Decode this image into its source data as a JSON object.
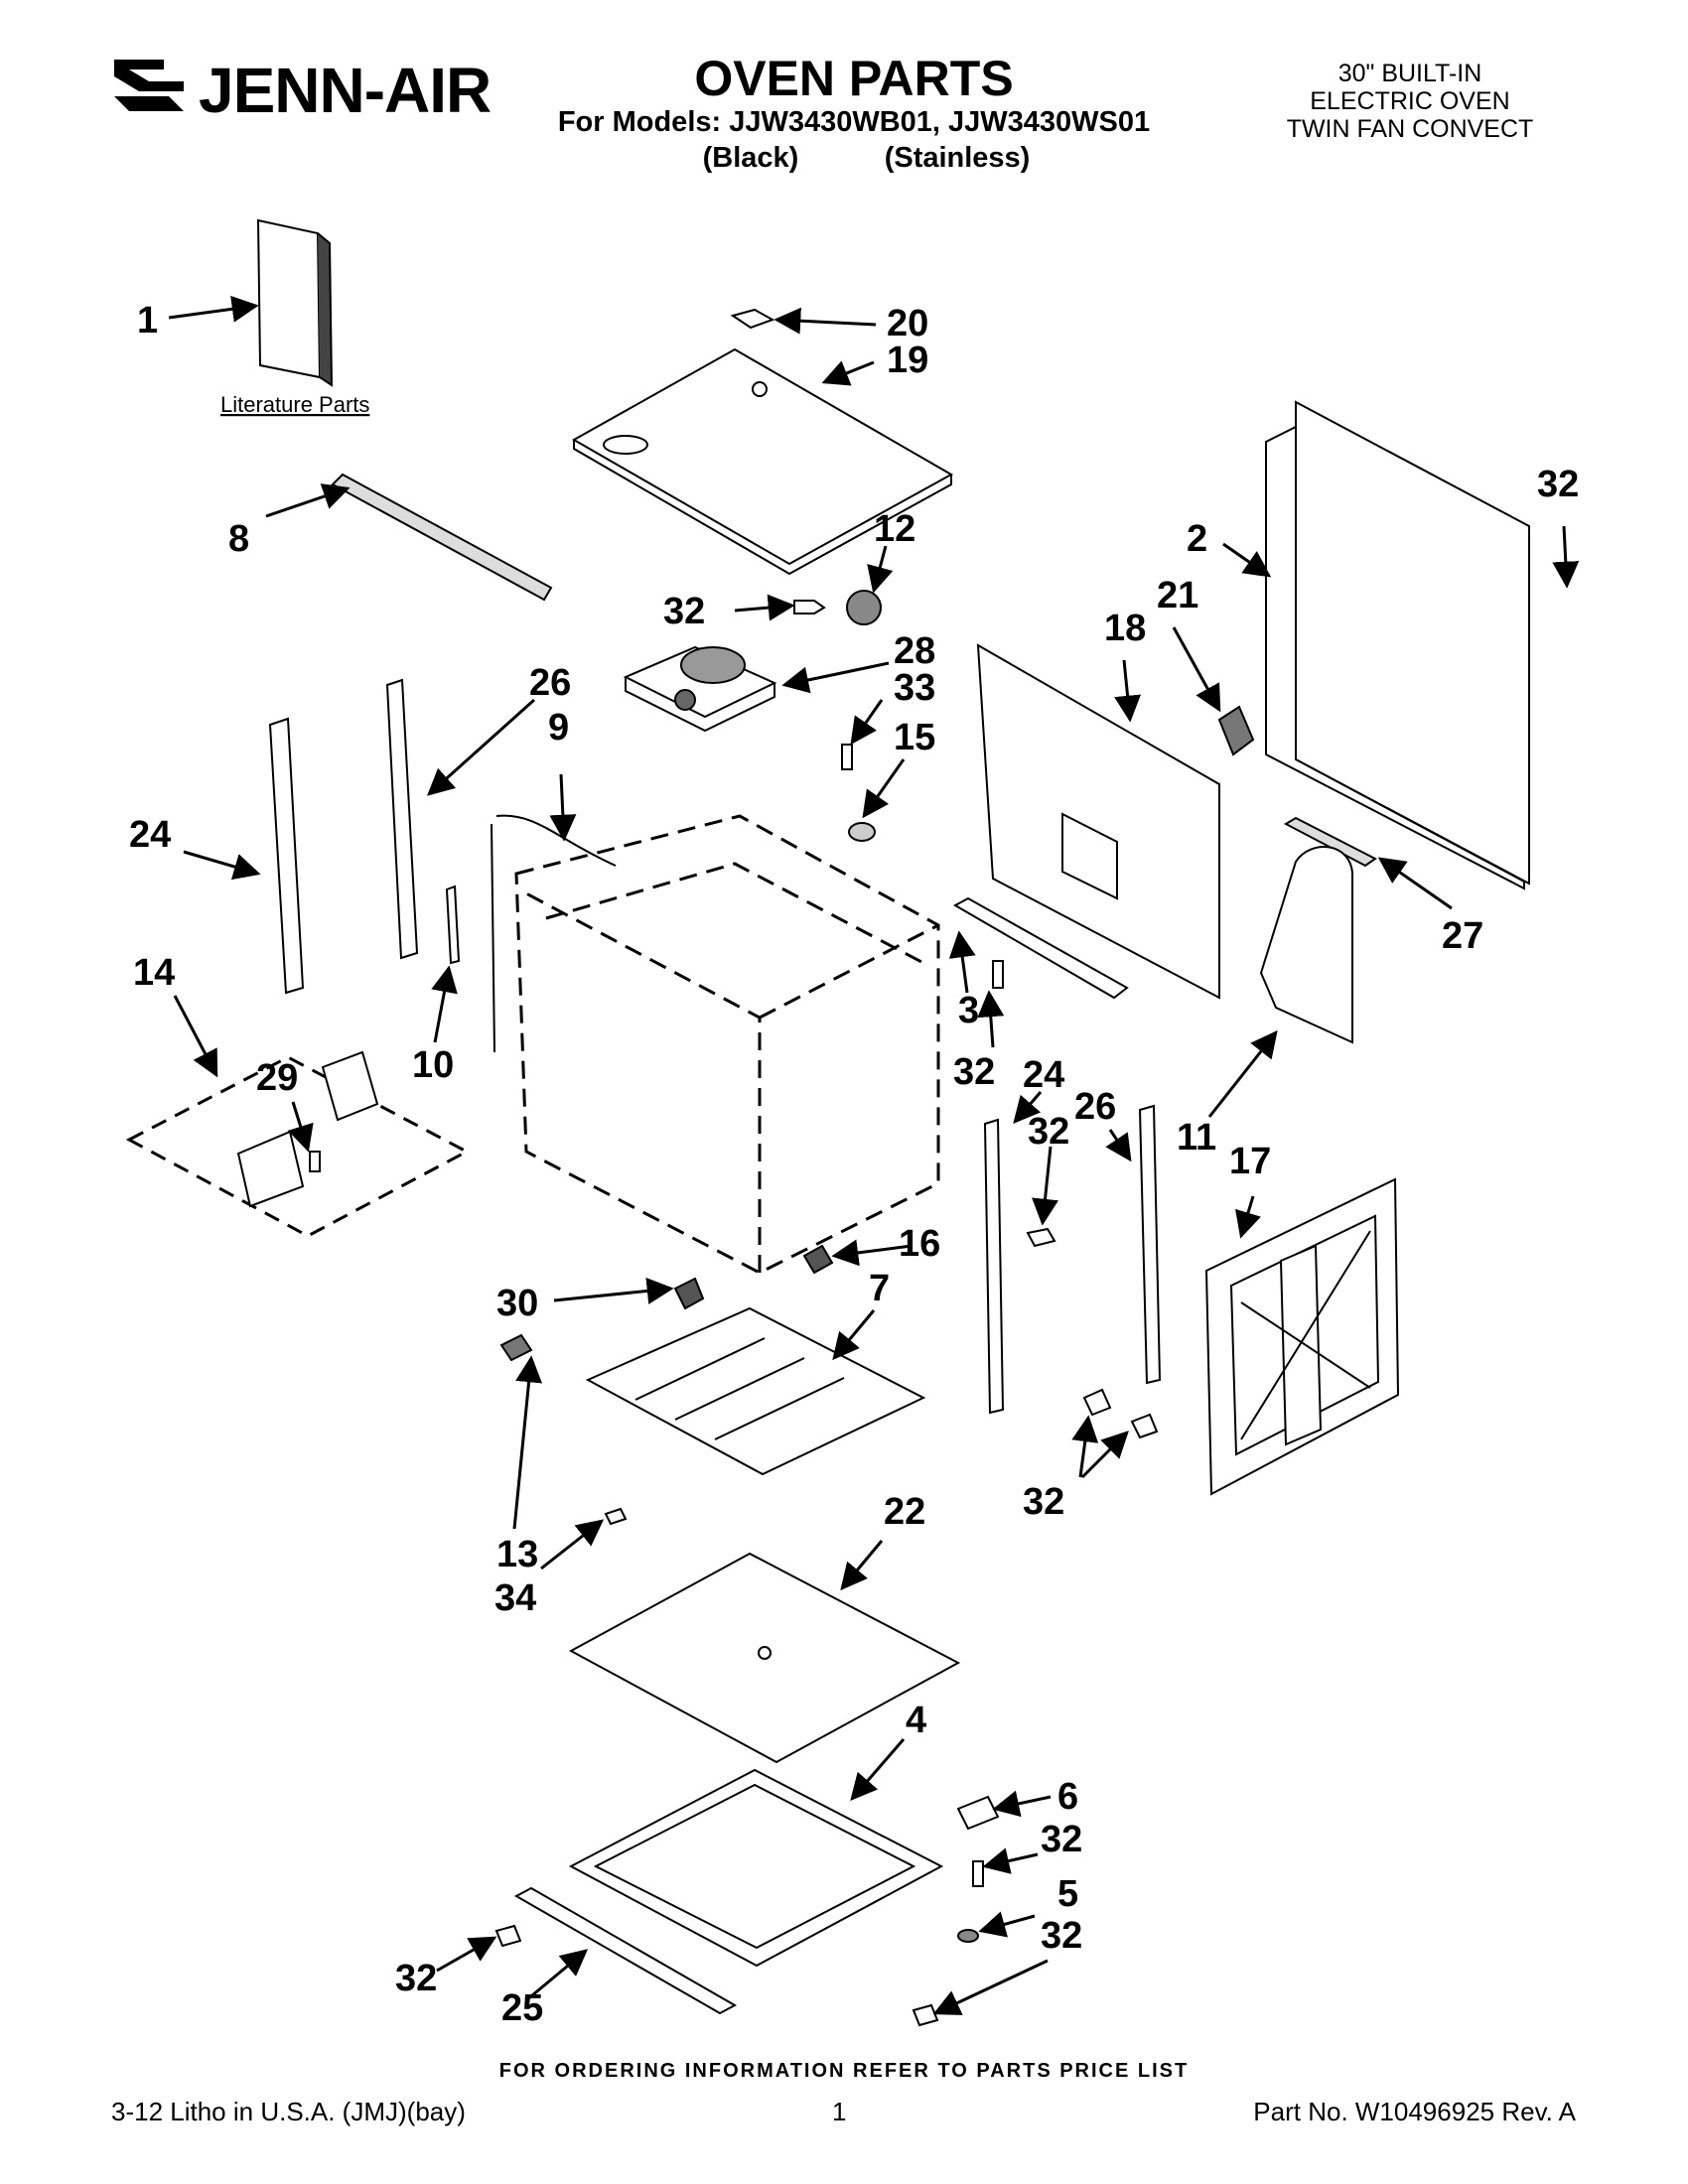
{
  "header": {
    "brand": "JENN-AIR",
    "title": "OVEN PARTS",
    "models": "For Models: JJW3430WB01, JJW3430WS01",
    "variant_black": "(Black)",
    "variant_stainless": "(Stainless)",
    "appliance_type": [
      "30\" BUILT-IN",
      "ELECTRIC OVEN",
      "TWIN FAN CONVECT"
    ]
  },
  "literature_label": "Literature Parts",
  "callouts": {
    "c1": "1",
    "c20": "20",
    "c19": "19",
    "c8": "8",
    "c32a": "32",
    "c12": "12",
    "c28": "28",
    "c33": "33",
    "c15": "15",
    "c26a": "26",
    "c9": "9",
    "c24a": "24",
    "c14": "14",
    "c29": "29",
    "c10": "10",
    "c2": "2",
    "c32b": "32",
    "c21": "21",
    "c18": "18",
    "c27": "27",
    "c3": "3",
    "c32c": "32",
    "c24b": "24",
    "c26b": "26",
    "c32d": "32",
    "c11": "11",
    "c17": "17",
    "c16": "16",
    "c30": "30",
    "c7": "7",
    "c13": "13",
    "c34": "34",
    "c22": "22",
    "c32e": "32",
    "c4": "4",
    "c6": "6",
    "c32f": "32",
    "c5": "5",
    "c32g": "32",
    "c32h": "32",
    "c25": "25"
  },
  "footer": {
    "ordering_note": "FOR ORDERING INFORMATION REFER TO PARTS PRICE LIST",
    "litho": "3-12 Litho in U.S.A. (JMJ)(bay)",
    "page": "1",
    "part_no": "Part No. W10496925 Rev. A"
  }
}
